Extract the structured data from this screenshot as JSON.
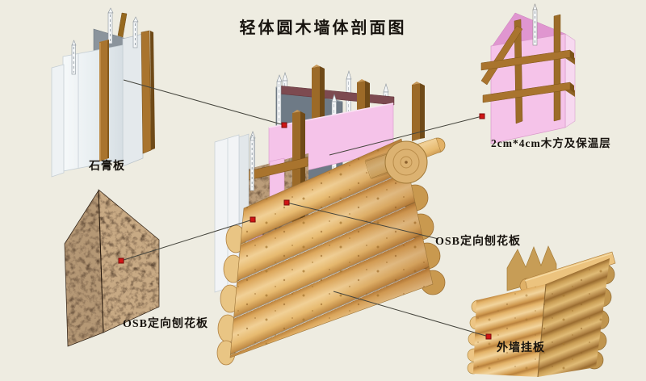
{
  "title": "轻体圆木墙体剖面图",
  "callouts": {
    "gypsum_board": {
      "label": "石膏板"
    },
    "wood_insulation": {
      "label": "2cm*4cm木方及保温层"
    },
    "osb_left": {
      "label": "OSB定向刨花板"
    },
    "osb_right": {
      "label": "OSB定向刨花板"
    },
    "exterior_siding": {
      "label": "外墙挂板"
    }
  },
  "colors": {
    "background": "#eeece1",
    "marker_red": "#d01515",
    "marker_border": "#7d0a0a",
    "leader_line": "#44443c",
    "insulation_pink": "#f5c3e9",
    "log_wood_light": "#f1d096",
    "log_wood_mid": "#e2af62",
    "log_wood_dark": "#b9813d",
    "osb_brown": "#42301f",
    "gypsum_white": "#f2f4f6",
    "panel_grey": "#6e7a86",
    "lumber_brown": "#a9742e"
  }
}
